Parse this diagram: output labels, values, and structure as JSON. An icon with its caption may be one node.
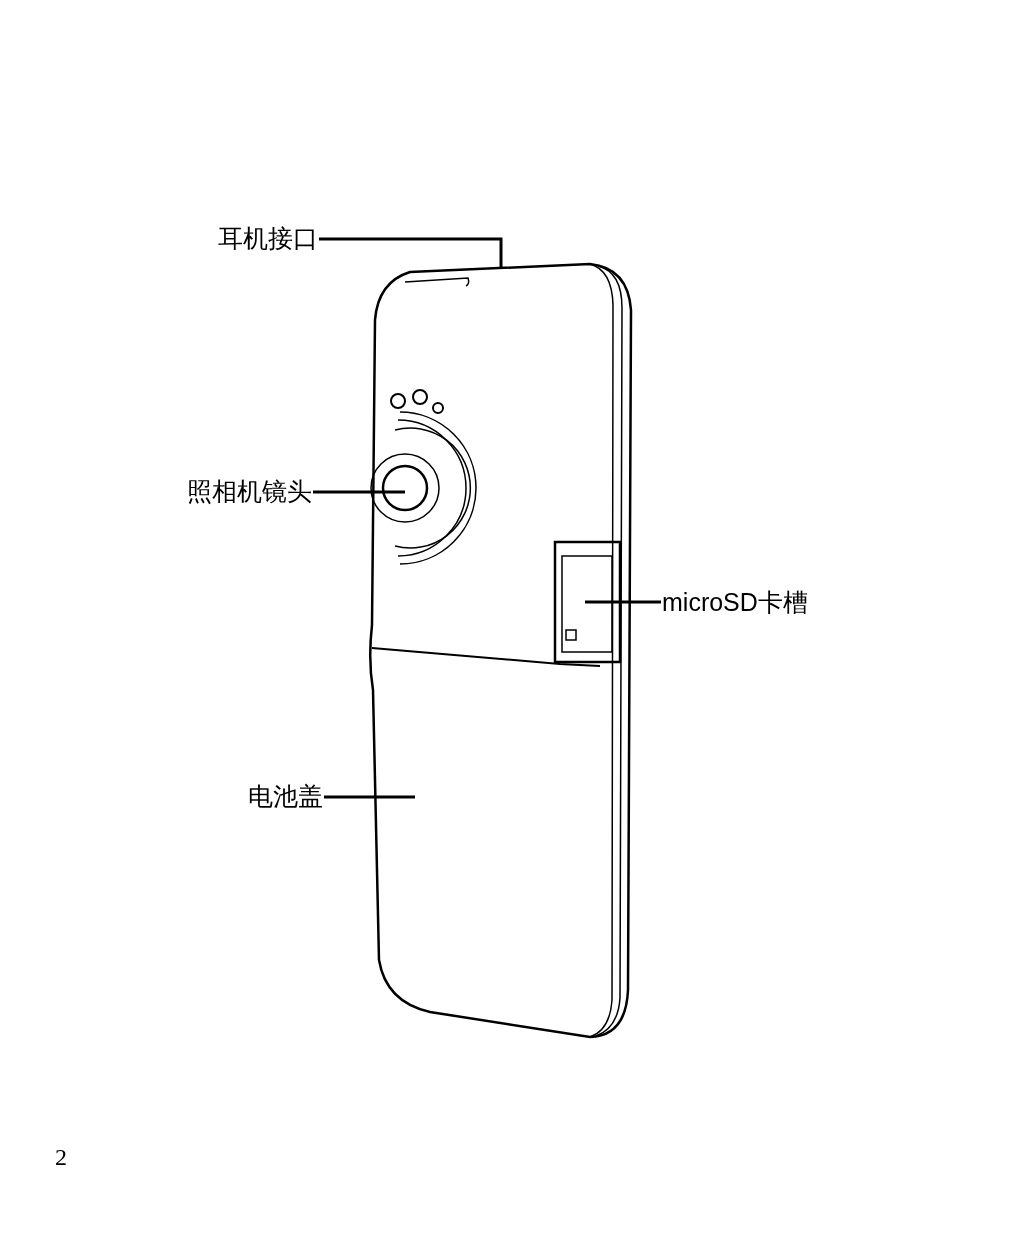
{
  "diagram": {
    "nodes": [
      {
        "text": [
          "耳机接口"
        ]
      },
      {
        "text": [
          "照相机镜头"
        ]
      },
      {
        "text": [
          "microSD卡槽"
        ]
      },
      {
        "text": [
          "电池盖"
        ]
      }
    ],
    "edges": [
      {
        "from": 0,
        "to": null,
        "arrow": "none"
      },
      {
        "from": 1,
        "to": null,
        "arrow": "none"
      },
      {
        "from": 2,
        "to": null,
        "arrow": "none"
      },
      {
        "from": 3,
        "to": null,
        "arrow": "none"
      }
    ],
    "labels": [
      "2"
    ]
  }
}
